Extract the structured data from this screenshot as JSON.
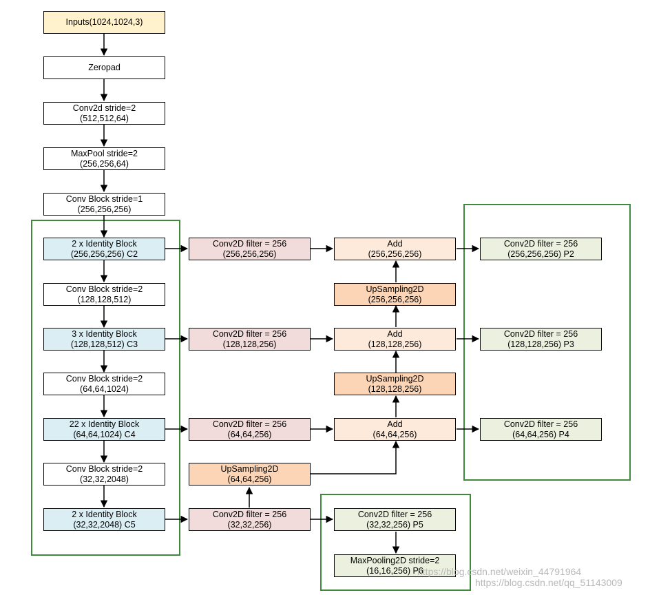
{
  "colors": {
    "input": "#fff2cc",
    "white": "#ffffff",
    "identity": "#dbeef4",
    "conv2d": "#f2dcdb",
    "upsampling": "#fbd5b5",
    "add": "#fdeada",
    "output": "#ebf1de",
    "group_border": "#3f8a3a"
  },
  "backbone": {
    "input": {
      "line1": "Inputs(1024,1024,3)"
    },
    "zeropad": {
      "line1": "Zeropad"
    },
    "conv2d": {
      "line1": "Conv2d stride=2",
      "line2": "(512,512,64)"
    },
    "maxpool": {
      "line1": "MaxPool stride=2",
      "line2": "(256,256,64)"
    },
    "convblock1": {
      "line1": "Conv Block stride=1",
      "line2": "(256,256,256)"
    },
    "identity_c2": {
      "line1": "2 x Identity Block",
      "line2": "(256,256,256) C2"
    },
    "convblock2": {
      "line1": "Conv Block stride=2",
      "line2": "(128,128,512)"
    },
    "identity_c3": {
      "line1": "3 x Identity Block",
      "line2": "(128,128,512) C3"
    },
    "convblock3": {
      "line1": "Conv Block stride=2",
      "line2": "(64,64,1024)"
    },
    "identity_c4": {
      "line1": "22 x Identity Block",
      "line2": "(64,64,1024) C4"
    },
    "convblock4": {
      "line1": "Conv Block stride=2",
      "line2": "(32,32,2048)"
    },
    "identity_c5": {
      "line1": "2 x Identity Block",
      "line2": "(32,32,2048) C5"
    }
  },
  "lateral": {
    "c2": {
      "line1": "Conv2D filter = 256",
      "line2": "(256,256,256)"
    },
    "c3": {
      "line1": "Conv2D filter = 256",
      "line2": "(128,128,256)"
    },
    "c4": {
      "line1": "Conv2D filter = 256",
      "line2": "(64,64,256)"
    },
    "c5": {
      "line1": "Conv2D filter = 256",
      "line2": "(32,32,256)"
    }
  },
  "topdown": {
    "upsample_c5": {
      "line1": "UpSampling2D",
      "line2": "(64,64,256)"
    },
    "add_p4": {
      "line1": "Add",
      "line2": "(64,64,256)"
    },
    "upsample_p4": {
      "line1": "UpSampling2D",
      "line2": "(128,128,256)"
    },
    "add_p3": {
      "line1": "Add",
      "line2": "(128,128,256)"
    },
    "upsample_p3": {
      "line1": "UpSampling2D",
      "line2": "(256,256,256)"
    },
    "add_p2": {
      "line1": "Add",
      "line2": "(256,256,256)"
    }
  },
  "outputs": {
    "p2": {
      "line1": "Conv2D filter = 256",
      "line2": "(256,256,256) P2"
    },
    "p3": {
      "line1": "Conv2D filter = 256",
      "line2": "(128,128,256) P3"
    },
    "p4": {
      "line1": "Conv2D filter = 256",
      "line2": "(64,64,256) P4"
    },
    "p5": {
      "line1": "Conv2D filter = 256",
      "line2": "(32,32,256) P5"
    },
    "p6": {
      "line1": "MaxPooling2D stride=2",
      "line2": "(16,16,256) P6"
    }
  },
  "watermark": {
    "line1": "https://blog.csdn.net/weixin_44791964",
    "line2": "https://blog.csdn.net/qq_51143009"
  }
}
